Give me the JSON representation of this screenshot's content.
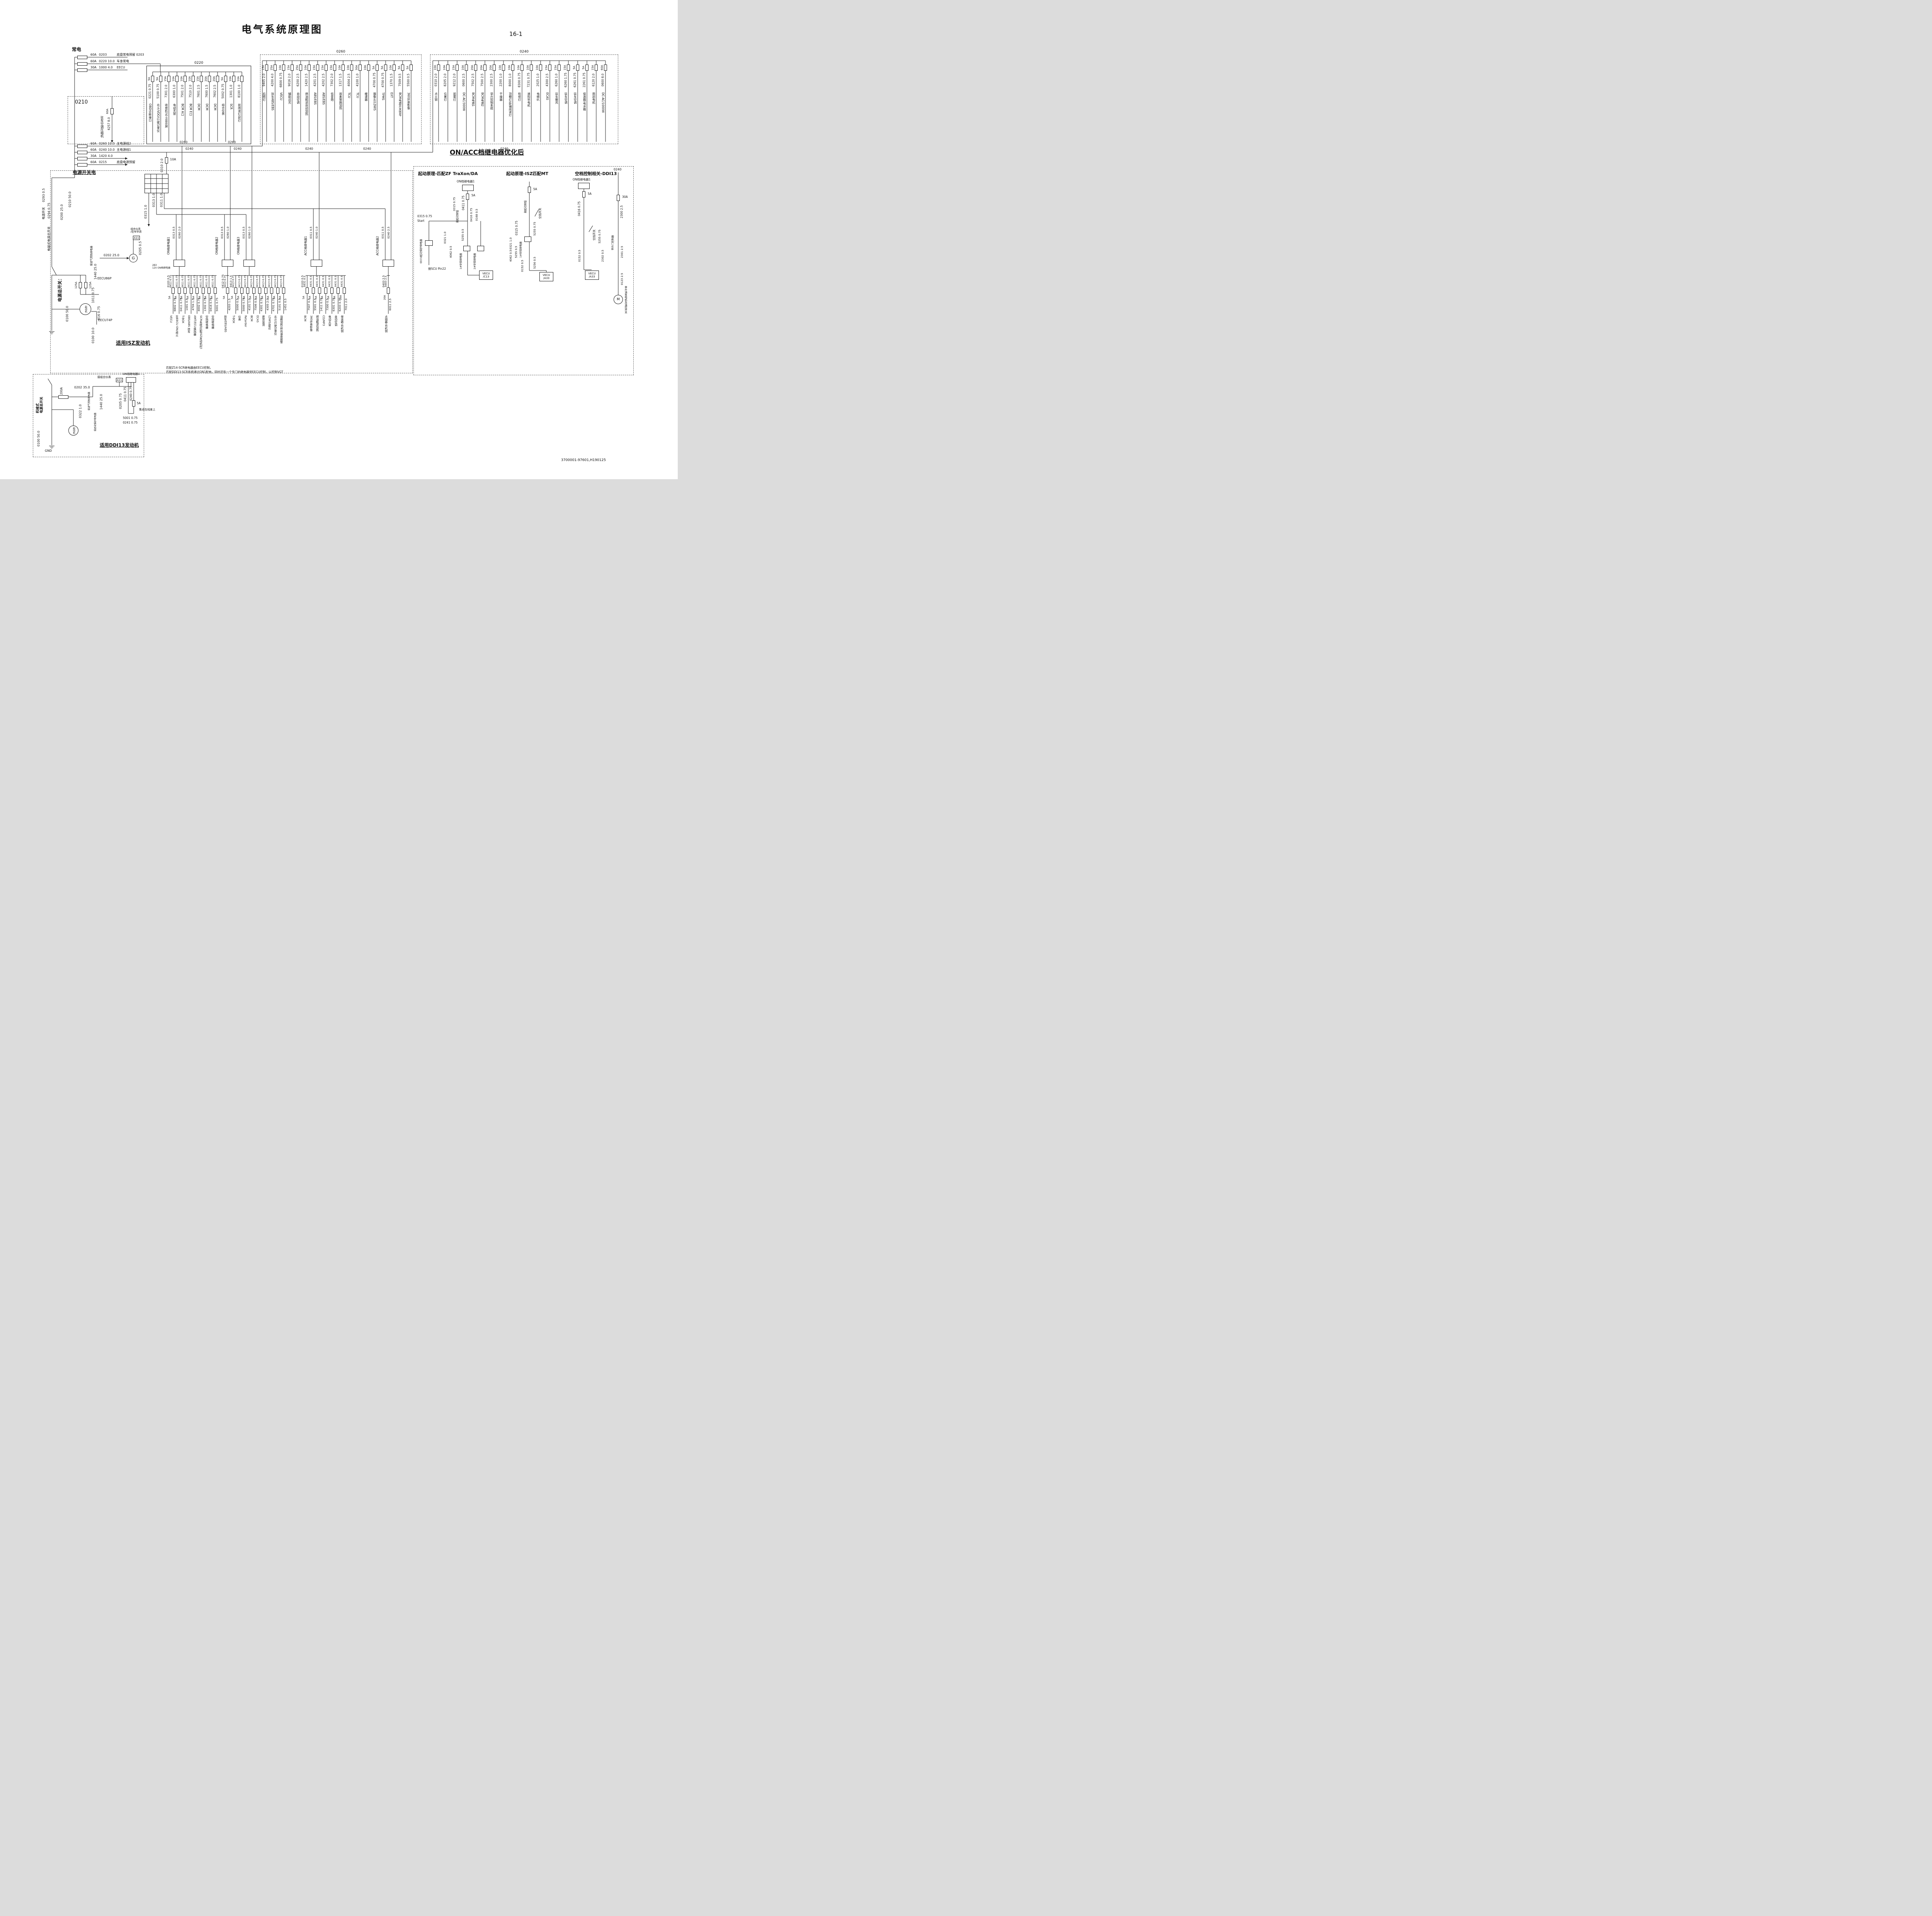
{
  "meta": {
    "title": "电气系统原理图",
    "page": "16-1",
    "doc_no": "3700001-97601,H190125"
  },
  "const_power": {
    "title": "常电",
    "rows": [
      {
        "amp": "60A",
        "wire": "0203",
        "label": "底盘常电预留 0203"
      },
      {
        "amp": "60A",
        "wire": "0220 10.0",
        "label": "车身常电"
      },
      {
        "amp": "30A",
        "wire": "1000 4.0",
        "label": "EECU"
      }
    ]
  },
  "main_power": {
    "rows": [
      {
        "amp": "60A",
        "wire": "0260 10.0",
        "label": "主电源线2"
      },
      {
        "amp": "60A",
        "wire": "0240 10.0",
        "label": "主电源线1"
      },
      {
        "amp": "30A",
        "wire": "1420 4.0",
        "label": ""
      },
      {
        "amp": "60A",
        "wire": "0215",
        "label": "底盘电源预留"
      }
    ],
    "bus_labels": {
      "b0260": "0260",
      "b0240": "0240"
    }
  },
  "power_switch_section": {
    "title": "电源开关电"
  },
  "box0210": {
    "id": "0210",
    "amp": "60A",
    "wire": "6257 8.0",
    "load": "驻车空调压缩机"
  },
  "box0220": {
    "id": "0220",
    "columns": [
      {
        "amp": "5A",
        "wire": "0221 0.75",
        "load": "OBD诊断接口"
      },
      {
        "amp": "5A",
        "wire": "5100 0.75",
        "load": "北斗/VDO/行驶记录仪"
      },
      {
        "amp": "15A",
        "wire": "7301 2.0",
        "load": "收放机/北斗显示屏"
      },
      {
        "amp": "10A",
        "wire": "6300 1.0",
        "load": "电动天窗"
      },
      {
        "amp": "10A",
        "wire": "7501 2.0",
        "load": "BCM A口"
      },
      {
        "amp": "10A",
        "wire": "7510 2.0",
        "load": "BCM E口"
      },
      {
        "amp": "15A",
        "wire": "7601 2.5",
        "load": "DCM"
      },
      {
        "amp": "20A",
        "wire": "7600 1.5",
        "load": "DCM"
      },
      {
        "amp": "20A",
        "wire": "7602 2.5",
        "load": "DCM"
      },
      {
        "amp": "5A",
        "wire": "5002 0.75",
        "load": "组合仪表"
      },
      {
        "amp": "10A",
        "wire": "1301 1.0",
        "load": "SCR"
      },
      {
        "amp": "10A",
        "wire": "8100 1.0",
        "load": "前阅读灯/射灯"
      }
    ]
  },
  "box0260": {
    "id": "0260",
    "columns": [
      {
        "amp": "15A",
        "wire": "9405 2.0",
        "load": "后照灯"
      },
      {
        "amp": "25A",
        "wire": "4200 4.0",
        "load": "挂车ABS/EBS"
      },
      {
        "amp": "10A",
        "wire": "6800 0.75",
        "load": "VECU"
      },
      {
        "amp": "15A",
        "wire": "9016 2.0",
        "load": "辅助远光"
      },
      {
        "amp": "25A",
        "wire": "6200 2.5",
        "load": "自动空调"
      },
      {
        "amp": "10A",
        "wire": "1420 2.5",
        "load": "燃油粗滤自动加热"
      },
      {
        "amp": "15A",
        "wire": "4201 2.5",
        "load": "ABS/EBS"
      },
      {
        "amp": "15A",
        "wire": "4202 2.5",
        "load": "ABS/EBS"
      },
      {
        "amp": "15A",
        "wire": "7302 2.0",
        "load": "低音炮"
      },
      {
        "amp": "10A",
        "wire": "1317 1.5",
        "load": "尿素管路加热"
      },
      {
        "amp": "10A",
        "wire": "4004 2.5",
        "load": "TCU"
      },
      {
        "amp": "30A",
        "wire": "4100 1.0",
        "load": "TCU"
      },
      {
        "amp": "10A",
        "wire": "",
        "load": "缓速器"
      },
      {
        "amp": "5A",
        "wire": "4700 0.75",
        "load": "摄像头/LDWS"
      },
      {
        "amp": "5A",
        "wire": "4700 0.75",
        "load": "TPMS"
      },
      {
        "amp": "10A",
        "wire": "1370 1.5",
        "load": "EXT"
      },
      {
        "amp": "5A",
        "wire": "7509 0.5",
        "load": "BCM电源开关信号"
      },
      {
        "amp": "5A",
        "wire": "5500 0.5",
        "load": "360环景影像"
      }
    ]
  },
  "box0240": {
    "id": "0240",
    "columns": [
      {
        "amp": "10A",
        "wire": "0310 2.0",
        "load": "点火锁"
      },
      {
        "amp": "10A",
        "wire": "8205 2.0",
        "load": "位置灯"
      },
      {
        "amp": "15A",
        "wire": "9212 2.0",
        "load": "前雾灯"
      },
      {
        "amp": "10A",
        "wire": "0600 2.5",
        "load": "DC-AC/300W"
      },
      {
        "amp": "20A",
        "wire": "7502 2.5",
        "load": "BCM电源1"
      },
      {
        "amp": "20A",
        "wire": "7500 2.5",
        "load": "BCM电源2"
      },
      {
        "amp": "20A",
        "wire": "2300 2.5",
        "load": "举升控制系统"
      },
      {
        "amp": "10A",
        "wire": "2200 1.0",
        "load": "干燥器"
      },
      {
        "amp": "10A",
        "wire": "8000 1.0",
        "load": "顶棚灯/卧铺阅读灯"
      },
      {
        "amp": "10A",
        "wire": "8300 0.75",
        "load": "检修灯"
      },
      {
        "amp": "10A",
        "wire": "7231 0.75",
        "load": "遮阳帘电机"
      },
      {
        "amp": "10A",
        "wire": "2025 1.0",
        "load": "电喇叭"
      },
      {
        "amp": "15A",
        "wire": "4300 2.5",
        "load": "ECAS"
      },
      {
        "amp": "15A",
        "wire": "6260 1.0",
        "load": "驻车暖风"
      },
      {
        "amp": "15A",
        "wire": "6260 1.75",
        "load": "驻车空调"
      },
      {
        "amp": "5A",
        "wire": "6261 0.75",
        "load": "驻车空调"
      },
      {
        "amp": "5A",
        "wire": "2261 0.75",
        "load": "保温箱/电冰箱"
      },
      {
        "amp": "15A",
        "wire": "6120 2.0",
        "load": "雨刮电机"
      },
      {
        "amp": "60A",
        "wire": "0600 8.0",
        "load": "DC-AC/1000W"
      }
    ]
  },
  "ignition": {
    "fuse_amp": "10A",
    "wire": "0310 2.0",
    "drops": [
      "0315 1.0",
      "0313 1.0",
      "0311 1.0"
    ]
  },
  "relay_note": "2B3\n12V ON档继电器",
  "relay_groups": [
    {
      "relay": "ON档继电器1",
      "coil_wire": "0313 0.5",
      "supply_wire": "0260 2.0",
      "feed_wire": "0103 0.5",
      "branch_wire": "0411 0.75",
      "columns": [
        {
          "amp": "5A",
          "wire": "6802 0.75",
          "load": "VECU"
        },
        {
          "amp": "5A",
          "wire": "0411 0.75",
          "load": "至EECU ON/熄火"
        },
        {
          "amp": "5A",
          "wire": "1001 0.5",
          "load": "T-BOX"
        },
        {
          "amp": "5A",
          "wire": "4704 1.5",
          "load": "EBS/ABS 挂车"
        },
        {
          "amp": "5A",
          "wire": "4002 0.75",
          "load": "AMT/ECU换挡器"
        },
        {
          "amp": "5A",
          "wire": "1302 0.75",
          "load": "SCR系统(匹配ISZ发动机时)"
        },
        {
          "amp": "5A",
          "wire": "0416 0.75",
          "load": "空挡继电器"
        },
        {
          "amp": "5A",
          "wire": "5001 0.75",
          "load": "空挡继电器"
        }
      ]
    },
    {
      "relay": "ON档继电器2",
      "coil_wire": "0313 0.5",
      "supply_wire": "0260 1.0",
      "feed_wire": "0412 0.75",
      "branch_wire": "0412 0.75",
      "columns": [
        {
          "amp": "5A",
          "wire": "4203 1.5",
          "load": "挂车EBS/ABS"
        }
      ]
    },
    {
      "relay": "ON档继电器3",
      "coil_wire": "0313 0.5",
      "supply_wire": "0260 1.0",
      "feed_wire": "0413 1.5",
      "branch_wire": "0413 0.75",
      "columns": [
        {
          "amp": "5A",
          "wire": "5000 0.5",
          "load": "T-BOX"
        },
        {
          "amp": "5A",
          "wire": "5000 0.75",
          "load": "仪表"
        },
        {
          "amp": "5A",
          "wire": "4101 1.0",
          "load": "Retarder"
        },
        {
          "amp": "5A",
          "wire": "7506 0.5",
          "load": "BCM"
        },
        {
          "amp": "5A",
          "wire": "4301 0.75",
          "load": "ECAS"
        },
        {
          "amp": "5A",
          "wire": "4305 2.0",
          "load": "疲劳监测"
        },
        {
          "amp": "5A",
          "wire": "4701 0.75",
          "load": "LDWS/雷达"
        },
        {
          "amp": "5A",
          "wire": "5101 0.5",
          "load": "北斗/行驶记录仪"
        },
        {
          "amp": "5A",
          "wire": "1451 0.5",
          "load": "油箱加热/转向语音报警"
        }
      ]
    },
    {
      "relay": "ACC档继电器1",
      "coil_wire": "0311 0.5",
      "supply_wire": "0240 1.0",
      "feed_wire": "0103 0.5",
      "branch_wire": "0431 0.5",
      "columns": [
        {
          "amp": "5A",
          "wire": "7507 0.5",
          "load": "BCM"
        },
        {
          "amp": "5A",
          "wire": "5501 0.5",
          "load": "360环景影像"
        },
        {
          "amp": "5A",
          "wire": "1411 0.75",
          "load": "燃油粗滤加热"
        },
        {
          "amp": "5A",
          "wire": "7300 0.5",
          "load": "CD/MP3"
        },
        {
          "amp": "5A",
          "wire": "6301 0.75",
          "load": "电动天窗"
        },
        {
          "amp": "5A",
          "wire": "6203 0.75",
          "load": "自动空调"
        },
        {
          "amp": "15A",
          "wire": "7011 2.0",
          "load": "保温箱-司机侧"
        }
      ]
    },
    {
      "relay": "ACC档继电器2",
      "coil_wire": "0311 0.5",
      "supply_wire": "0240 2.5",
      "feed_wire": "0403 2.5",
      "branch_wire": "0403 2.5",
      "columns": [
        {
          "amp": "20A",
          "wire": "6011 2.5",
          "load": "点烟器-司机侧"
        }
      ]
    }
  ],
  "notes": [
    "匹配Z14-SCR继电器由EECU控制，",
    "匹配DDI13-SCR系统通过ON1配电，同时还有一个专门的继电器受EECU控制，以控制VGT"
  ],
  "isz": {
    "title": "适用ISZ发动机",
    "w0293": "0293 0.5",
    "sw1": "电源开关",
    "w0294": "0294 0.75",
    "sw2": "电磁式电源总开关",
    "main_sw": "电源总开关：",
    "w0200": "0200 25.0",
    "w0210": "0210 50.0",
    "w0100a": "0100 50.0",
    "w0100b": "0100 10.0",
    "f125a": "125A",
    "f125b": "125A",
    "w1440": "1440 25.0",
    "eecu86": "EECU86P",
    "w1011": "1011 0.75",
    "starter": "起动机",
    "w016": "016 0.75",
    "eecu74": "EECU74P",
    "preheat": "接进气预热继电器",
    "cluster": "组合仪表\n/驻车空调",
    "a11": "A11",
    "w0202": "0202 25.0",
    "gen": "G",
    "w0205": "0205 0.5"
  },
  "ddi13": {
    "title": "适用DDI13发动机",
    "sw": "机械式\n电源总开关",
    "f200": "200A",
    "w0322": "0322 1.0",
    "starter": "起动机",
    "w1440": "1440 25.0",
    "w0202": "0202 35.0",
    "preheat": "接进气预热继电器",
    "protect": "接启动保护继电器",
    "cluster": "接组合仪表",
    "a11": "A11",
    "relay": "ON档继电器1",
    "w0411": "0411 0.75",
    "w0240": "0240 0.75",
    "f5": "5A",
    "harness_note": "集成在线束上",
    "w5001": "5001 0.75",
    "w0241": "0241 0.75",
    "w0205": "0205 0.75",
    "gnd": "GND",
    "w0100": "0100 50.0"
  },
  "optimized": {
    "title": "ON/ACC档继电器优化后",
    "sub1": {
      "title": "起动原理-匹配ZF TraXon/DA",
      "relay": "ON档继电器1",
      "f5": "5A",
      "w0411": "0411 0.75",
      "w0315a": "0315 0.75",
      "start": "Start",
      "protect_relay": "EECU起动保护继电器",
      "scu": "接SCU Pin22",
      "w0321": "0321 1.0",
      "w4062": "4062 0.5",
      "aux_btn": "副起动按钮",
      "w5255a": "5255 0.5",
      "w0416": "0416 0.75",
      "w0168": "0168 0.5",
      "n1": "1#空挡继电器",
      "n2": "2#空挡继电器",
      "vecu": "VECU\n/C13",
      "w0315b": "0315 0.75"
    },
    "sub2": {
      "title": "起动原理-ISZ匹配MT",
      "f5": "5A",
      "aux_btn": "副起动按钮",
      "w0315": "0315 0.75",
      "nsw": "空挡开关",
      "w5255a": "5255 0.75",
      "n1": "1#空挡继电器",
      "w5255b": "5255 0.5",
      "w0321": "0321 1.0",
      "w4062": "4062 0.5",
      "w0152": "0152 0.5",
      "w5256": "5256 0.5",
      "vecu": "VECU\n/A33"
    },
    "sub3": {
      "title": "空档控制相关-DDI13",
      "relay": "ON档继电器1",
      "w0240": "0240",
      "f5": "5A",
      "f30": "30A",
      "w0416": "0416 0.75",
      "w2300": "2300 2.5",
      "nsw": "空挡开关",
      "w5255": "5255 0.75",
      "lift": "举升门控制器",
      "vecu": "VECU\n/A33",
      "w0152": "0152 0.5",
      "w2302": "2302 0.5",
      "w2301": "2301 2.5",
      "w0123": "0123 2.5",
      "motor": "M",
      "motor_label": "举升油泵电机及温控开关"
    }
  }
}
